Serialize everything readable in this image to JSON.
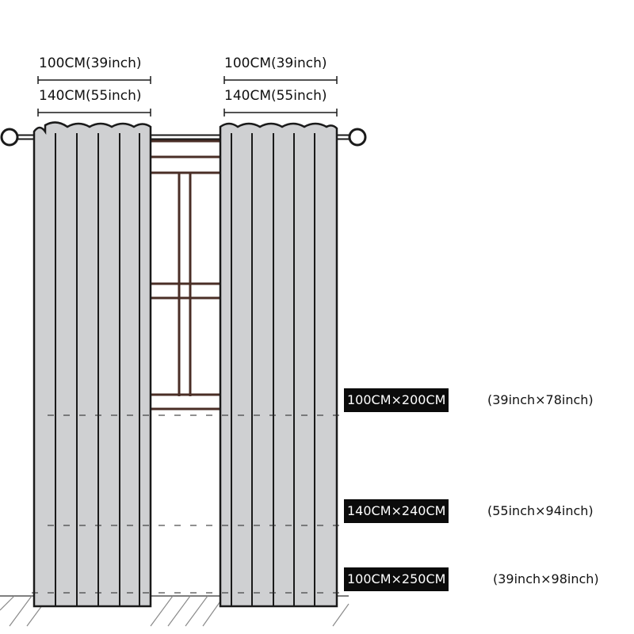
{
  "width_labels": {
    "left_top": "100CM(39inch)",
    "left_bottom": "140CM(55inch)",
    "right_top": "100CM(39inch)",
    "right_bottom": "140CM(55inch)"
  },
  "sizes": [
    {
      "metric": "100CM×200CM",
      "imperial": "(39inch×78inch)"
    },
    {
      "metric": "140CM×240CM",
      "imperial": "(55inch×94inch)"
    },
    {
      "metric": "100CM×250CM",
      "imperial": "(39inch×98inch)"
    }
  ],
  "colors": {
    "curtain": "#cfd0d2",
    "outline": "#1a1a1a",
    "window_frame": "#4a2e26",
    "label_box": "#0b0b0b"
  }
}
